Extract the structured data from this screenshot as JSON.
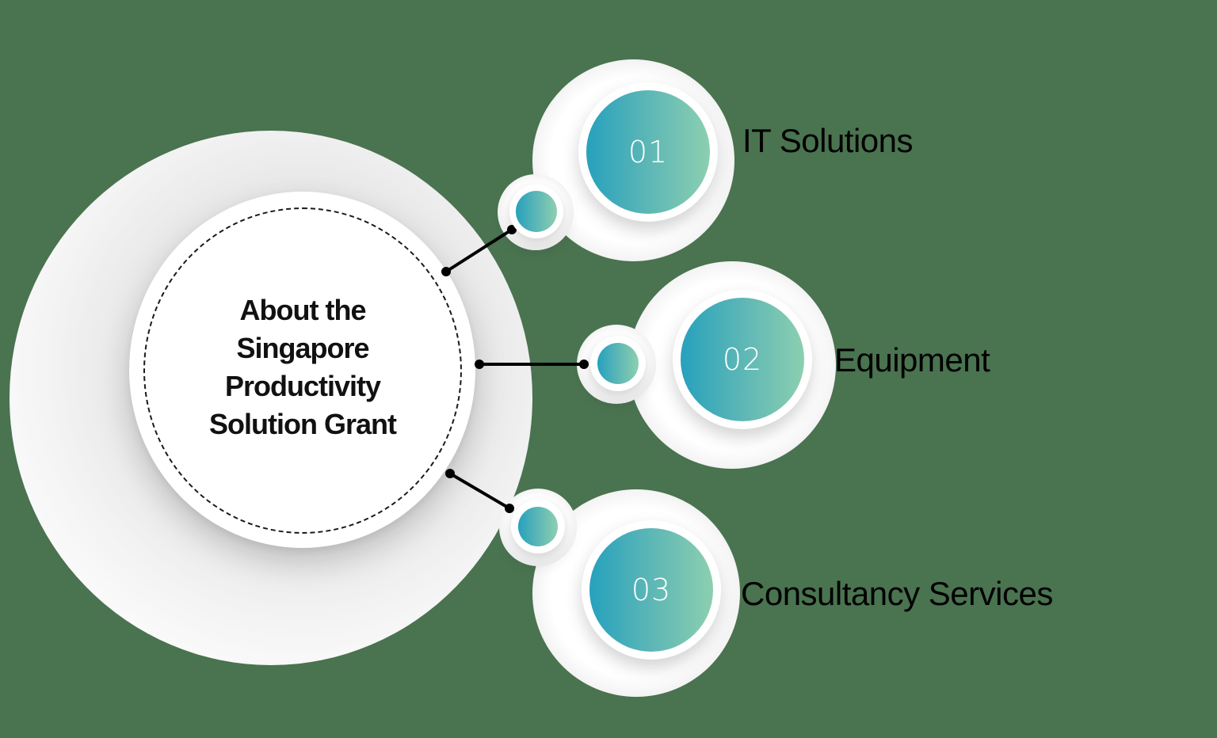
{
  "center": {
    "title_lines": [
      "About the",
      "Singapore",
      "Productivity",
      "Solution Grant"
    ]
  },
  "items": [
    {
      "number": "01",
      "label": "IT Solutions"
    },
    {
      "number": "02",
      "label": "Equipment"
    },
    {
      "number": "03",
      "label": "Consultancy Services"
    }
  ],
  "colors": {
    "background": "#4a7350",
    "gradient_start": "#26a1bd",
    "gradient_end": "#8ccfb0",
    "text": "#000000",
    "connector": "#000000"
  }
}
